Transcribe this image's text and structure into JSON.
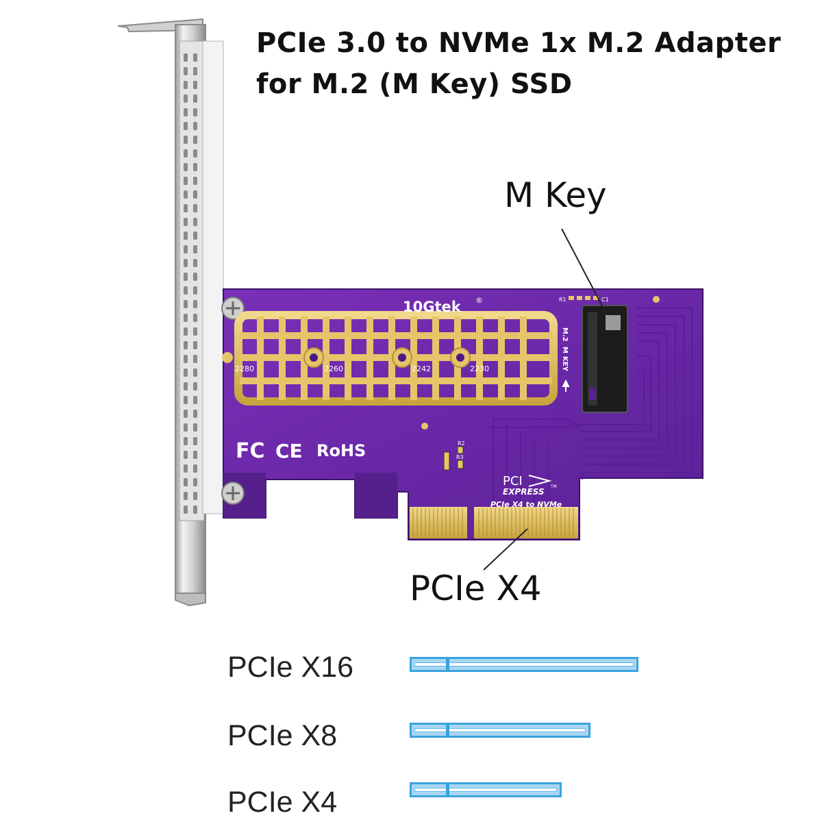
{
  "title": {
    "line1": "PCIe 3.0 to NVMe 1x M.2 Adapter",
    "line2": "for M.2 (M Key) SSD"
  },
  "callouts": {
    "m_key": "M Key",
    "pcie_x4": "PCIe X4"
  },
  "board": {
    "brand": "10Gtek",
    "registered": "®",
    "sizes": [
      "2280",
      "2260",
      "2242",
      "2230"
    ],
    "connector_text": [
      "M.2",
      "M",
      "KEY"
    ],
    "certifications": {
      "fc": "FC",
      "ce": "CE",
      "rohs": "RoHS"
    },
    "pci_logo": {
      "top": "PCI",
      "bottom": "EXPRESS",
      "tm": "TM"
    },
    "model": "PCIe X4 to NVMe",
    "components": [
      "R1",
      "C1",
      "R2",
      "R3"
    ]
  },
  "slots": [
    {
      "label": "PCIe X16"
    },
    {
      "label": "PCIe X8"
    },
    {
      "label": "PCIe X4"
    }
  ],
  "colors": {
    "pcb": "#6a2aa8",
    "pcb_dark": "#4a1a80",
    "gold": "#e6c56a",
    "slot_border": "#3aa3de",
    "slot_fill": "#a9d7f3",
    "bracket": "#d8d8d8"
  }
}
